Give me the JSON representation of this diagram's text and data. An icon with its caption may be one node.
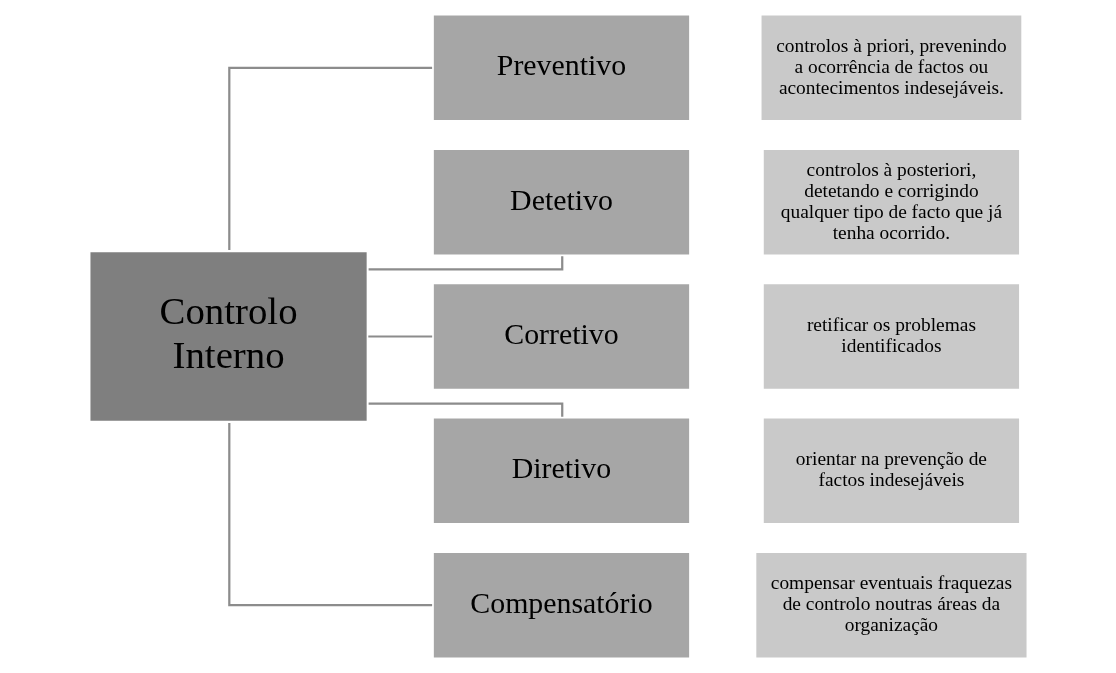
{
  "diagram": {
    "nodes": [
      {
        "text": [
          "Controlo Interno"
        ]
      },
      {
        "text": [
          "Preventivo"
        ]
      },
      {
        "text": [
          "Detetivo"
        ]
      },
      {
        "text": [
          "Corretivo"
        ]
      },
      {
        "text": [
          "Diretivo"
        ]
      },
      {
        "text": [
          "Compensatório"
        ]
      },
      {
        "text": [
          "controlos à priori, prevenindo a ocorrência de factos ou acontecimentos indesejáveis."
        ]
      },
      {
        "text": [
          "controlos à posteriori, detetando e corrigindo qualquer tipo de facto que já tenha ocorrido."
        ]
      },
      {
        "text": [
          "retificar os problemas identificados"
        ]
      },
      {
        "text": [
          "orientar na prevenção de factos indesejáveis"
        ]
      },
      {
        "text": [
          "compensar eventuais fraquezas de controlo noutras áreas da organização"
        ]
      }
    ],
    "edges": [
      {
        "from": 0,
        "to": 1,
        "arrow": "none"
      },
      {
        "from": 0,
        "to": 2,
        "arrow": "none"
      },
      {
        "from": 0,
        "to": 3,
        "arrow": "none"
      },
      {
        "from": 0,
        "to": 4,
        "arrow": "none"
      },
      {
        "from": 0,
        "to": 5,
        "arrow": "none"
      }
    ]
  }
}
